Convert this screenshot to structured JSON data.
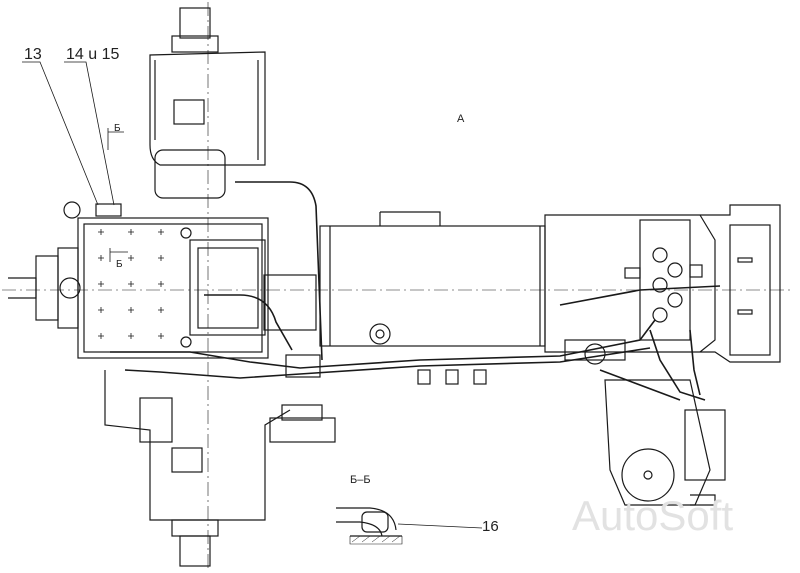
{
  "labels": {
    "callout_13": "13",
    "callout_14_15": "14 u 15",
    "callout_16": "16",
    "view_a": "A",
    "section_mark_top": "Б",
    "section_mark_bottom": "Б",
    "section_title": "Б–Б"
  },
  "watermark": "AutoSoft",
  "colors": {
    "line": "#1a1a1a",
    "paper": "#ffffff",
    "watermark": "#e2e2e2"
  }
}
